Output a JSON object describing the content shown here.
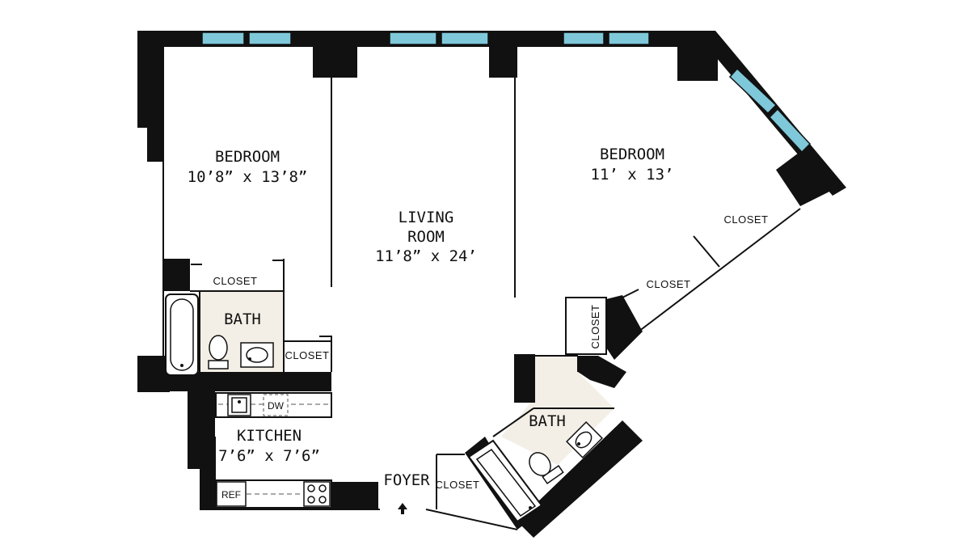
{
  "colors": {
    "wall": "#111111",
    "window": "#7ec8d9",
    "tile": "#f3efe6",
    "background": "#ffffff"
  },
  "rooms": {
    "bedroom_left": {
      "name": "BEDROOM",
      "size": "10’8” x 13’8”"
    },
    "living": {
      "name_line1": "LIVING",
      "name_line2": "ROOM",
      "size": "11’8” x 24’"
    },
    "bedroom_right": {
      "name": "BEDROOM",
      "size": "11’ x 13’"
    },
    "kitchen": {
      "name": "KITCHEN",
      "size": "7’6” x 7’6”"
    },
    "bath_left": {
      "name": "BATH"
    },
    "bath_right": {
      "name": "BATH"
    },
    "foyer": {
      "name": "FOYER"
    }
  },
  "closets": {
    "bedroom_left": "CLOSET",
    "bath_left_side": "CLOSET",
    "bedroom_right_upper": "CLOSET",
    "bedroom_right_lower": "CLOSET",
    "hall_vertical": "CLOSET",
    "foyer": "CLOSET"
  },
  "appliances": {
    "dishwasher": "DW",
    "refrigerator": "REF"
  },
  "icons": {
    "entry": "entry-arrow-icon",
    "window": "window-icon",
    "bathtub": "bathtub-icon",
    "toilet": "toilet-icon",
    "sink": "sink-icon",
    "stove": "stove-icon"
  }
}
